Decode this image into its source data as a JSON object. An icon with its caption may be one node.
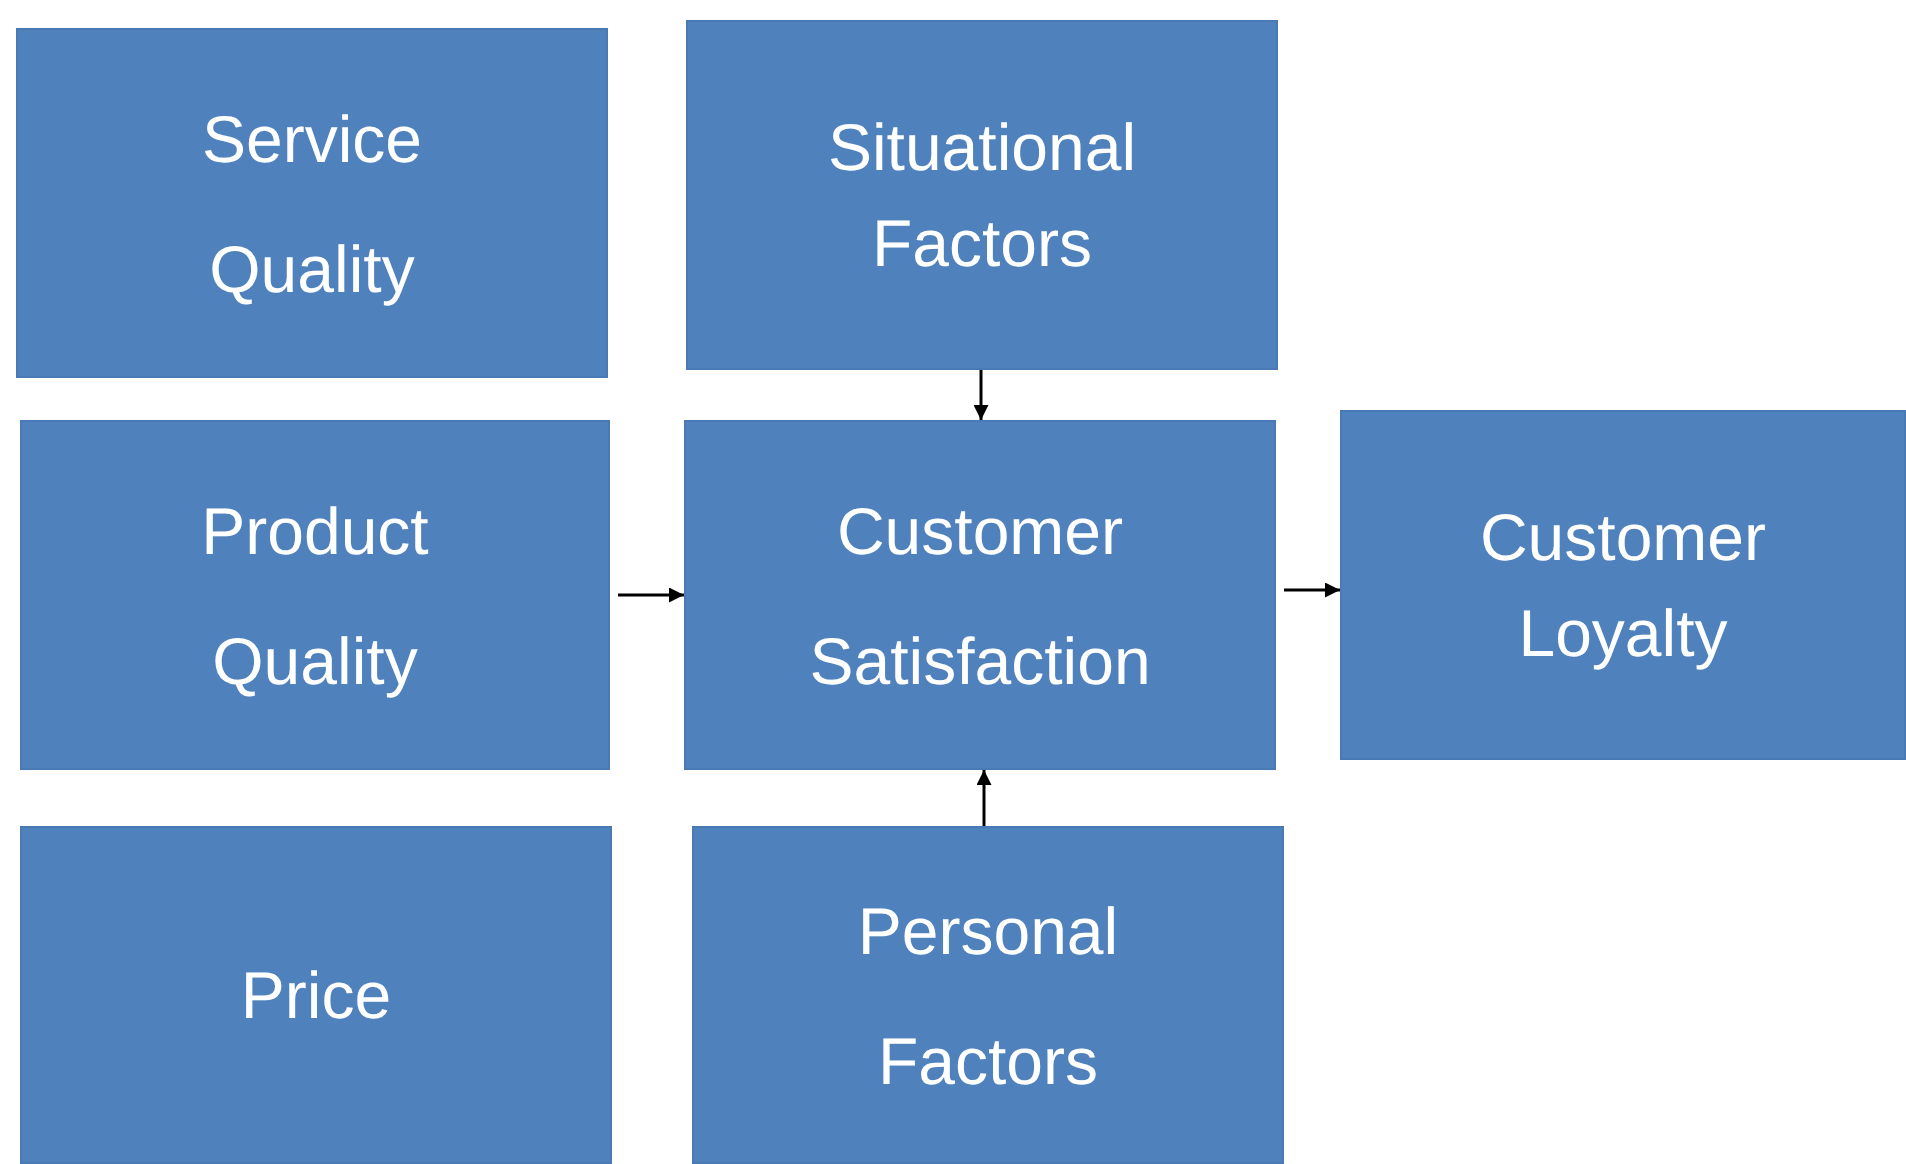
{
  "diagram": {
    "nodes": [
      {
        "text": [
          "Service Quality"
        ]
      },
      {
        "text": [
          "Situational Factors"
        ]
      },
      {
        "text": [
          "Product Quality"
        ]
      },
      {
        "text": [
          "Customer Satisfaction"
        ]
      },
      {
        "text": [
          "Customer Loyalty"
        ]
      },
      {
        "text": [
          "Price"
        ]
      },
      {
        "text": [
          "Personal Factors"
        ]
      }
    ],
    "edges": [
      {
        "from": 2,
        "to": 3,
        "arrow": "to"
      },
      {
        "from": 1,
        "to": 3,
        "arrow": "to"
      },
      {
        "from": 6,
        "to": 3,
        "arrow": "to"
      },
      {
        "from": 3,
        "to": 4,
        "arrow": "to"
      }
    ]
  }
}
